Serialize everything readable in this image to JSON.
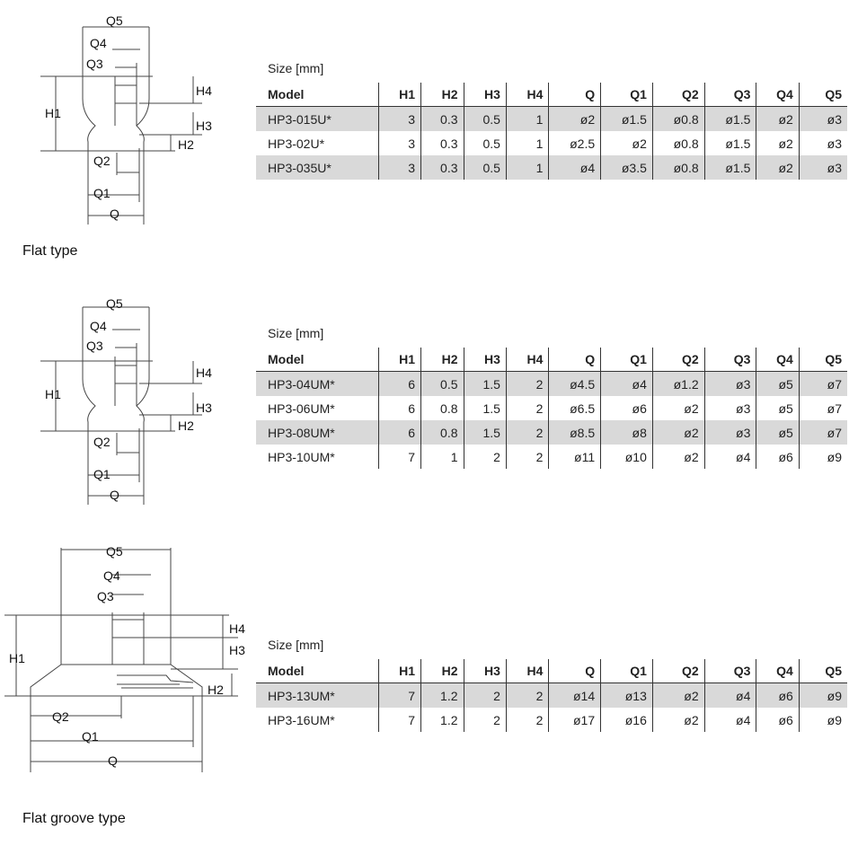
{
  "sections": [
    {
      "caption": "Flat type",
      "size_label": "Size [mm]",
      "diagram_labels": {
        "q5": "Q5",
        "q4": "Q4",
        "q3": "Q3",
        "h4": "H4",
        "h1": "H1",
        "h3": "H3",
        "h2": "H2",
        "q2": "Q2",
        "q1": "Q1",
        "q": "Q"
      },
      "headers": [
        "Model",
        "H1",
        "H2",
        "H3",
        "H4",
        "Q",
        "Q1",
        "Q2",
        "Q3",
        "Q4",
        "Q5"
      ],
      "rows": [
        [
          "HP3-015U*",
          "3",
          "0.3",
          "0.5",
          "1",
          "ø2",
          "ø1.5",
          "ø0.8",
          "ø1.5",
          "ø2",
          "ø3"
        ],
        [
          "HP3-02U*",
          "3",
          "0.3",
          "0.5",
          "1",
          "ø2.5",
          "ø2",
          "ø0.8",
          "ø1.5",
          "ø2",
          "ø3"
        ],
        [
          "HP3-035U*",
          "3",
          "0.3",
          "0.5",
          "1",
          "ø4",
          "ø3.5",
          "ø0.8",
          "ø1.5",
          "ø2",
          "ø3"
        ]
      ]
    },
    {
      "caption": "",
      "size_label": "Size [mm]",
      "diagram_labels": {
        "q5": "Q5",
        "q4": "Q4",
        "q3": "Q3",
        "h4": "H4",
        "h1": "H1",
        "h3": "H3",
        "h2": "H2",
        "q2": "Q2",
        "q1": "Q1",
        "q": "Q"
      },
      "headers": [
        "Model",
        "H1",
        "H2",
        "H3",
        "H4",
        "Q",
        "Q1",
        "Q2",
        "Q3",
        "Q4",
        "Q5"
      ],
      "rows": [
        [
          "HP3-04UM*",
          "6",
          "0.5",
          "1.5",
          "2",
          "ø4.5",
          "ø4",
          "ø1.2",
          "ø3",
          "ø5",
          "ø7"
        ],
        [
          "HP3-06UM*",
          "6",
          "0.8",
          "1.5",
          "2",
          "ø6.5",
          "ø6",
          "ø2",
          "ø3",
          "ø5",
          "ø7"
        ],
        [
          "HP3-08UM*",
          "6",
          "0.8",
          "1.5",
          "2",
          "ø8.5",
          "ø8",
          "ø2",
          "ø3",
          "ø5",
          "ø7"
        ],
        [
          "HP3-10UM*",
          "7",
          "1",
          "2",
          "2",
          "ø11",
          "ø10",
          "ø2",
          "ø4",
          "ø6",
          "ø9"
        ]
      ]
    },
    {
      "caption": "Flat groove type",
      "size_label": "Size [mm]",
      "diagram_labels": {
        "q5": "Q5",
        "q4": "Q4",
        "q3": "Q3",
        "h4": "H4",
        "h1": "H1",
        "h3": "H3",
        "h2": "H2",
        "q2": "Q2",
        "q1": "Q1",
        "q": "Q"
      },
      "headers": [
        "Model",
        "H1",
        "H2",
        "H3",
        "H4",
        "Q",
        "Q1",
        "Q2",
        "Q3",
        "Q4",
        "Q5"
      ],
      "rows": [
        [
          "HP3-13UM*",
          "7",
          "1.2",
          "2",
          "2",
          "ø14",
          "ø13",
          "ø2",
          "ø4",
          "ø6",
          "ø9"
        ],
        [
          "HP3-16UM*",
          "7",
          "1.2",
          "2",
          "2",
          "ø17",
          "ø16",
          "ø2",
          "ø4",
          "ø6",
          "ø9"
        ]
      ]
    }
  ]
}
